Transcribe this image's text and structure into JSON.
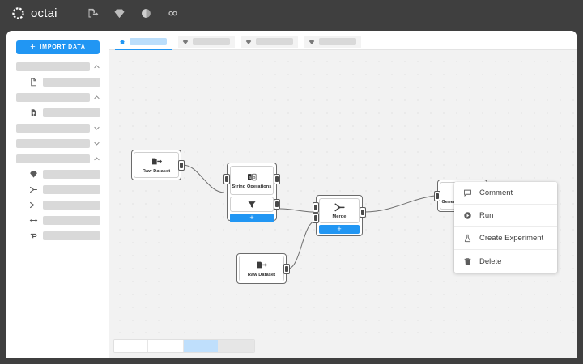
{
  "app": {
    "brand": "octai",
    "accent": "#2196f3",
    "topbar_bg": "#3f3f3f",
    "canvas_bg": "#f2f2f2",
    "icons": [
      {
        "name": "data-import-icon",
        "glyph": "file-arrow"
      },
      {
        "name": "diamond-icon",
        "glyph": "diamond"
      },
      {
        "name": "model-icon",
        "glyph": "sphere"
      },
      {
        "name": "infinity-icon",
        "glyph": "infinity"
      }
    ]
  },
  "sidebar": {
    "import_button": {
      "label": "IMPORT DATA",
      "plus": "+"
    },
    "groups": [
      {
        "name": "group-1",
        "chevron": "up",
        "items": [
          {
            "icon": "file-icon"
          }
        ]
      },
      {
        "name": "group-2",
        "chevron": "up",
        "items": [
          {
            "icon": "file-data-icon"
          }
        ]
      },
      {
        "name": "group-3",
        "chevron": "down",
        "items": []
      },
      {
        "name": "group-4",
        "chevron": "down",
        "items": []
      },
      {
        "name": "group-5",
        "chevron": "up",
        "items": [
          {
            "icon": "diamond-icon"
          },
          {
            "icon": "merge-icon"
          },
          {
            "icon": "merge-icon"
          },
          {
            "icon": "link-icon"
          },
          {
            "icon": "loop-icon"
          }
        ]
      }
    ]
  },
  "tabs": [
    {
      "name": "tab-home",
      "icon": "home-icon",
      "active": true
    },
    {
      "name": "tab-2",
      "icon": "diamond-icon",
      "active": false
    },
    {
      "name": "tab-3",
      "icon": "diamond-icon",
      "active": false
    },
    {
      "name": "tab-4",
      "icon": "diamond-icon",
      "active": false
    }
  ],
  "canvas": {
    "nodes": [
      {
        "id": "node-raw-1",
        "label": "Raw Dataset",
        "icon": "dataset-out-icon"
      },
      {
        "id": "node-string-ops",
        "label": "String Operations",
        "icon": "string-ab-icon",
        "row2_icon": "filter-icon",
        "add_label": "+"
      },
      {
        "id": "node-merge",
        "label": "Merge",
        "icon": "merge-icon",
        "add_label": "+"
      },
      {
        "id": "node-raw-2",
        "label": "Raw Dataset",
        "icon": "dataset-out-icon"
      },
      {
        "id": "node-generated",
        "label": "Generated Dataset",
        "icon": "dataset-icon"
      }
    ]
  },
  "context_menu": {
    "items": [
      {
        "name": "menu-item-comment",
        "label": "Comment",
        "icon": "comment-icon"
      },
      {
        "name": "menu-item-run",
        "label": "Run",
        "icon": "play-icon"
      },
      {
        "name": "menu-item-create-experiment",
        "label": "Create Experiment",
        "icon": "flask-icon"
      },
      {
        "name": "menu-item-delete",
        "label": "Delete",
        "icon": "trash-icon"
      }
    ]
  },
  "pager": {
    "segments": [
      {
        "width": 41,
        "color": "#ffffff"
      },
      {
        "width": 43,
        "color": "#ffffff"
      },
      {
        "width": 42,
        "color": "#bfdffc"
      },
      {
        "width": 44,
        "color": "#e6e6e6"
      }
    ]
  }
}
